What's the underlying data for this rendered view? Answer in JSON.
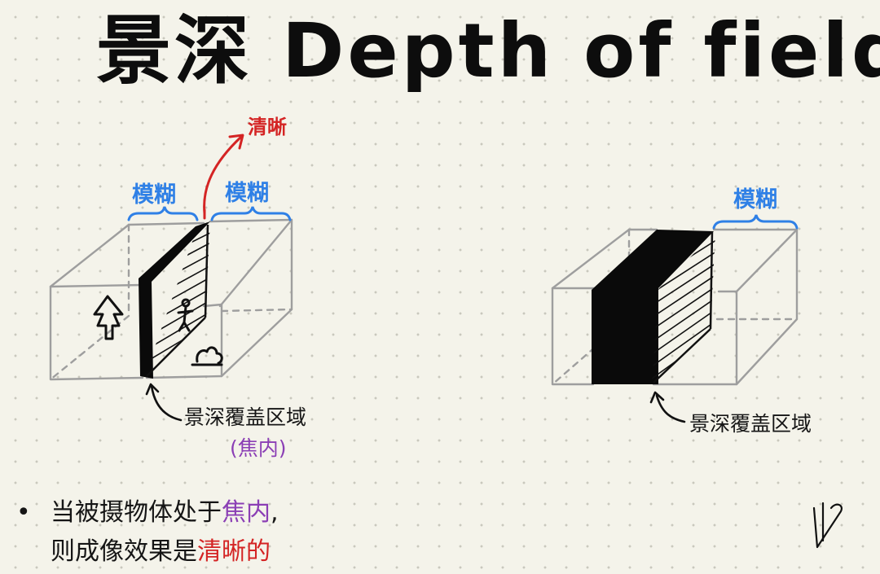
{
  "title": "景深 Depth of field",
  "left_diagram": {
    "sharp_label": "清晰",
    "blur_label_left": "模糊",
    "blur_label_right": "模糊",
    "coverage_label": "景深覆盖区域",
    "coverage_sub": "(焦内)"
  },
  "right_diagram": {
    "blur_label": "模糊",
    "coverage_label": "景深覆盖区域"
  },
  "note": {
    "line1_prefix": "当被摄物体处于",
    "line1_highlight": "焦内",
    "line1_suffix": ",",
    "line2_prefix": "则成像效果是",
    "line2_highlight": "清晰的"
  },
  "colors": {
    "blue": "#2f80e6",
    "red": "#d42424",
    "purple": "#8b3fb5",
    "ink": "#151515",
    "box_line": "#9e9e9e"
  },
  "icons": [
    "tree-icon",
    "person-icon",
    "bush-icon",
    "signature-logo-icon"
  ]
}
